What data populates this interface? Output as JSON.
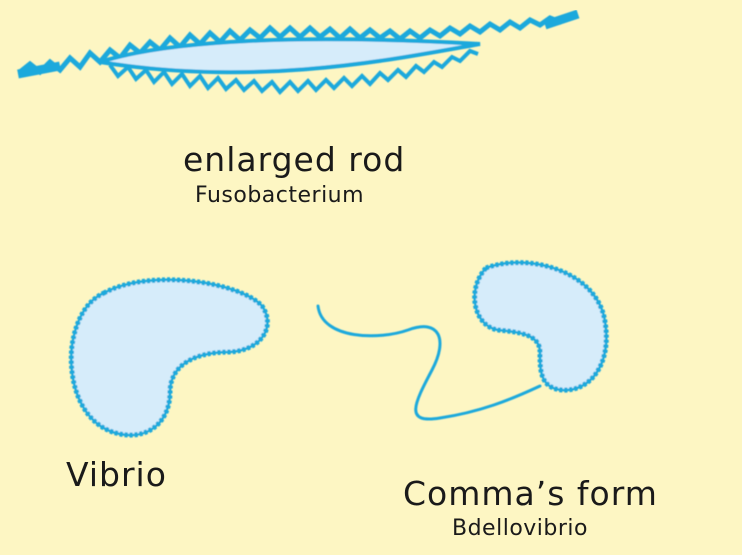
{
  "diagram": {
    "enlarged_rod": {
      "title": "enlarged rod",
      "genus": "Fusobacterium"
    },
    "vibrio": {
      "title": "Vibrio"
    },
    "comma_form": {
      "title": "Comma’s form",
      "genus": "Bdellovibrio"
    }
  },
  "colors": {
    "background": "#fdf6c3",
    "cell_fill": "#d6ecfa",
    "outline": "#1fa9dc",
    "text": "#1a1a1a"
  }
}
